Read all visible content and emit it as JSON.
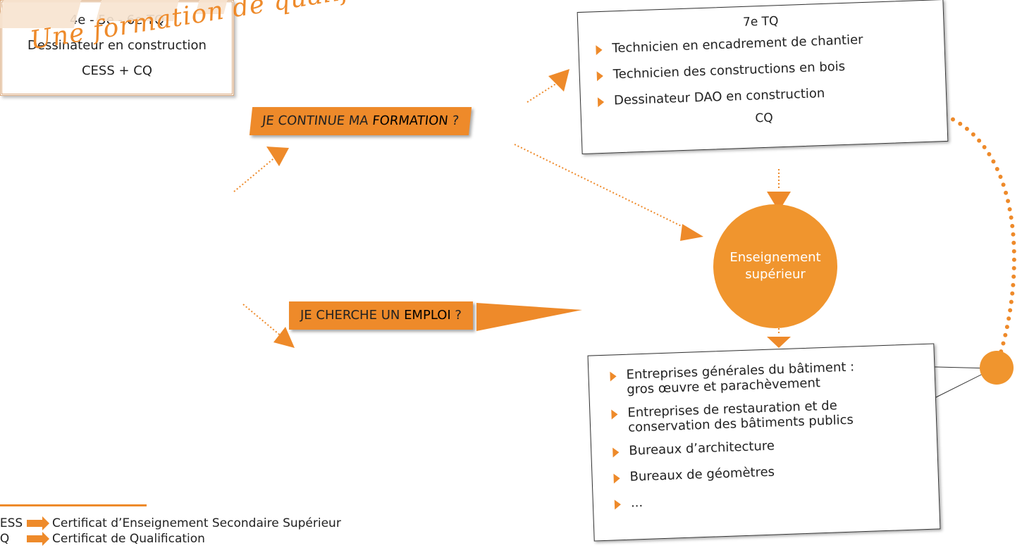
{
  "tagline": "Une formation de qualification technique",
  "start_box": {
    "years": "4e - 5e - 6e TQ",
    "title": "Dessinateur en construction",
    "cert": "CESS + CQ"
  },
  "banners": {
    "continue": {
      "prefix": "JE CONTINUE MA ",
      "keyword": "FORMATION",
      "suffix": " ?"
    },
    "job": {
      "prefix": "JE CHERCHE UN ",
      "keyword": "EMPLOI",
      "suffix": " ?"
    }
  },
  "seventh_box": {
    "title": "7e TQ",
    "items": [
      "Technicien en encadrement de chantier",
      "Technicien des constructions en bois",
      "Dessinateur DAO en construction"
    ],
    "cert": "CQ"
  },
  "higher_ed": {
    "line1": "Enseignement",
    "line2": "supérieur"
  },
  "jobs_box": {
    "items": [
      {
        "l1": "Entreprises générales du bâtiment :",
        "l2": "gros œuvre et parachèvement"
      },
      {
        "l1": "Entreprises de restauration et de",
        "l2": "conservation des bâtiments publics"
      },
      {
        "l1": "Bureaux d’architecture",
        "l2": ""
      },
      {
        "l1": "Bureaux de géomètres",
        "l2": ""
      },
      {
        "l1": "...",
        "l2": ""
      }
    ]
  },
  "legend": [
    {
      "abbr": "CESS",
      "meaning": "Certificat d’Enseignement Secondaire Supérieur"
    },
    {
      "abbr": "CQ",
      "meaning": "Certificat de Qualification"
    }
  ],
  "colors": {
    "accent": "#ee8a2a",
    "circle": "#f0952e"
  },
  "icons": [
    "chevron-right-icon",
    "arrow-right-icon"
  ]
}
